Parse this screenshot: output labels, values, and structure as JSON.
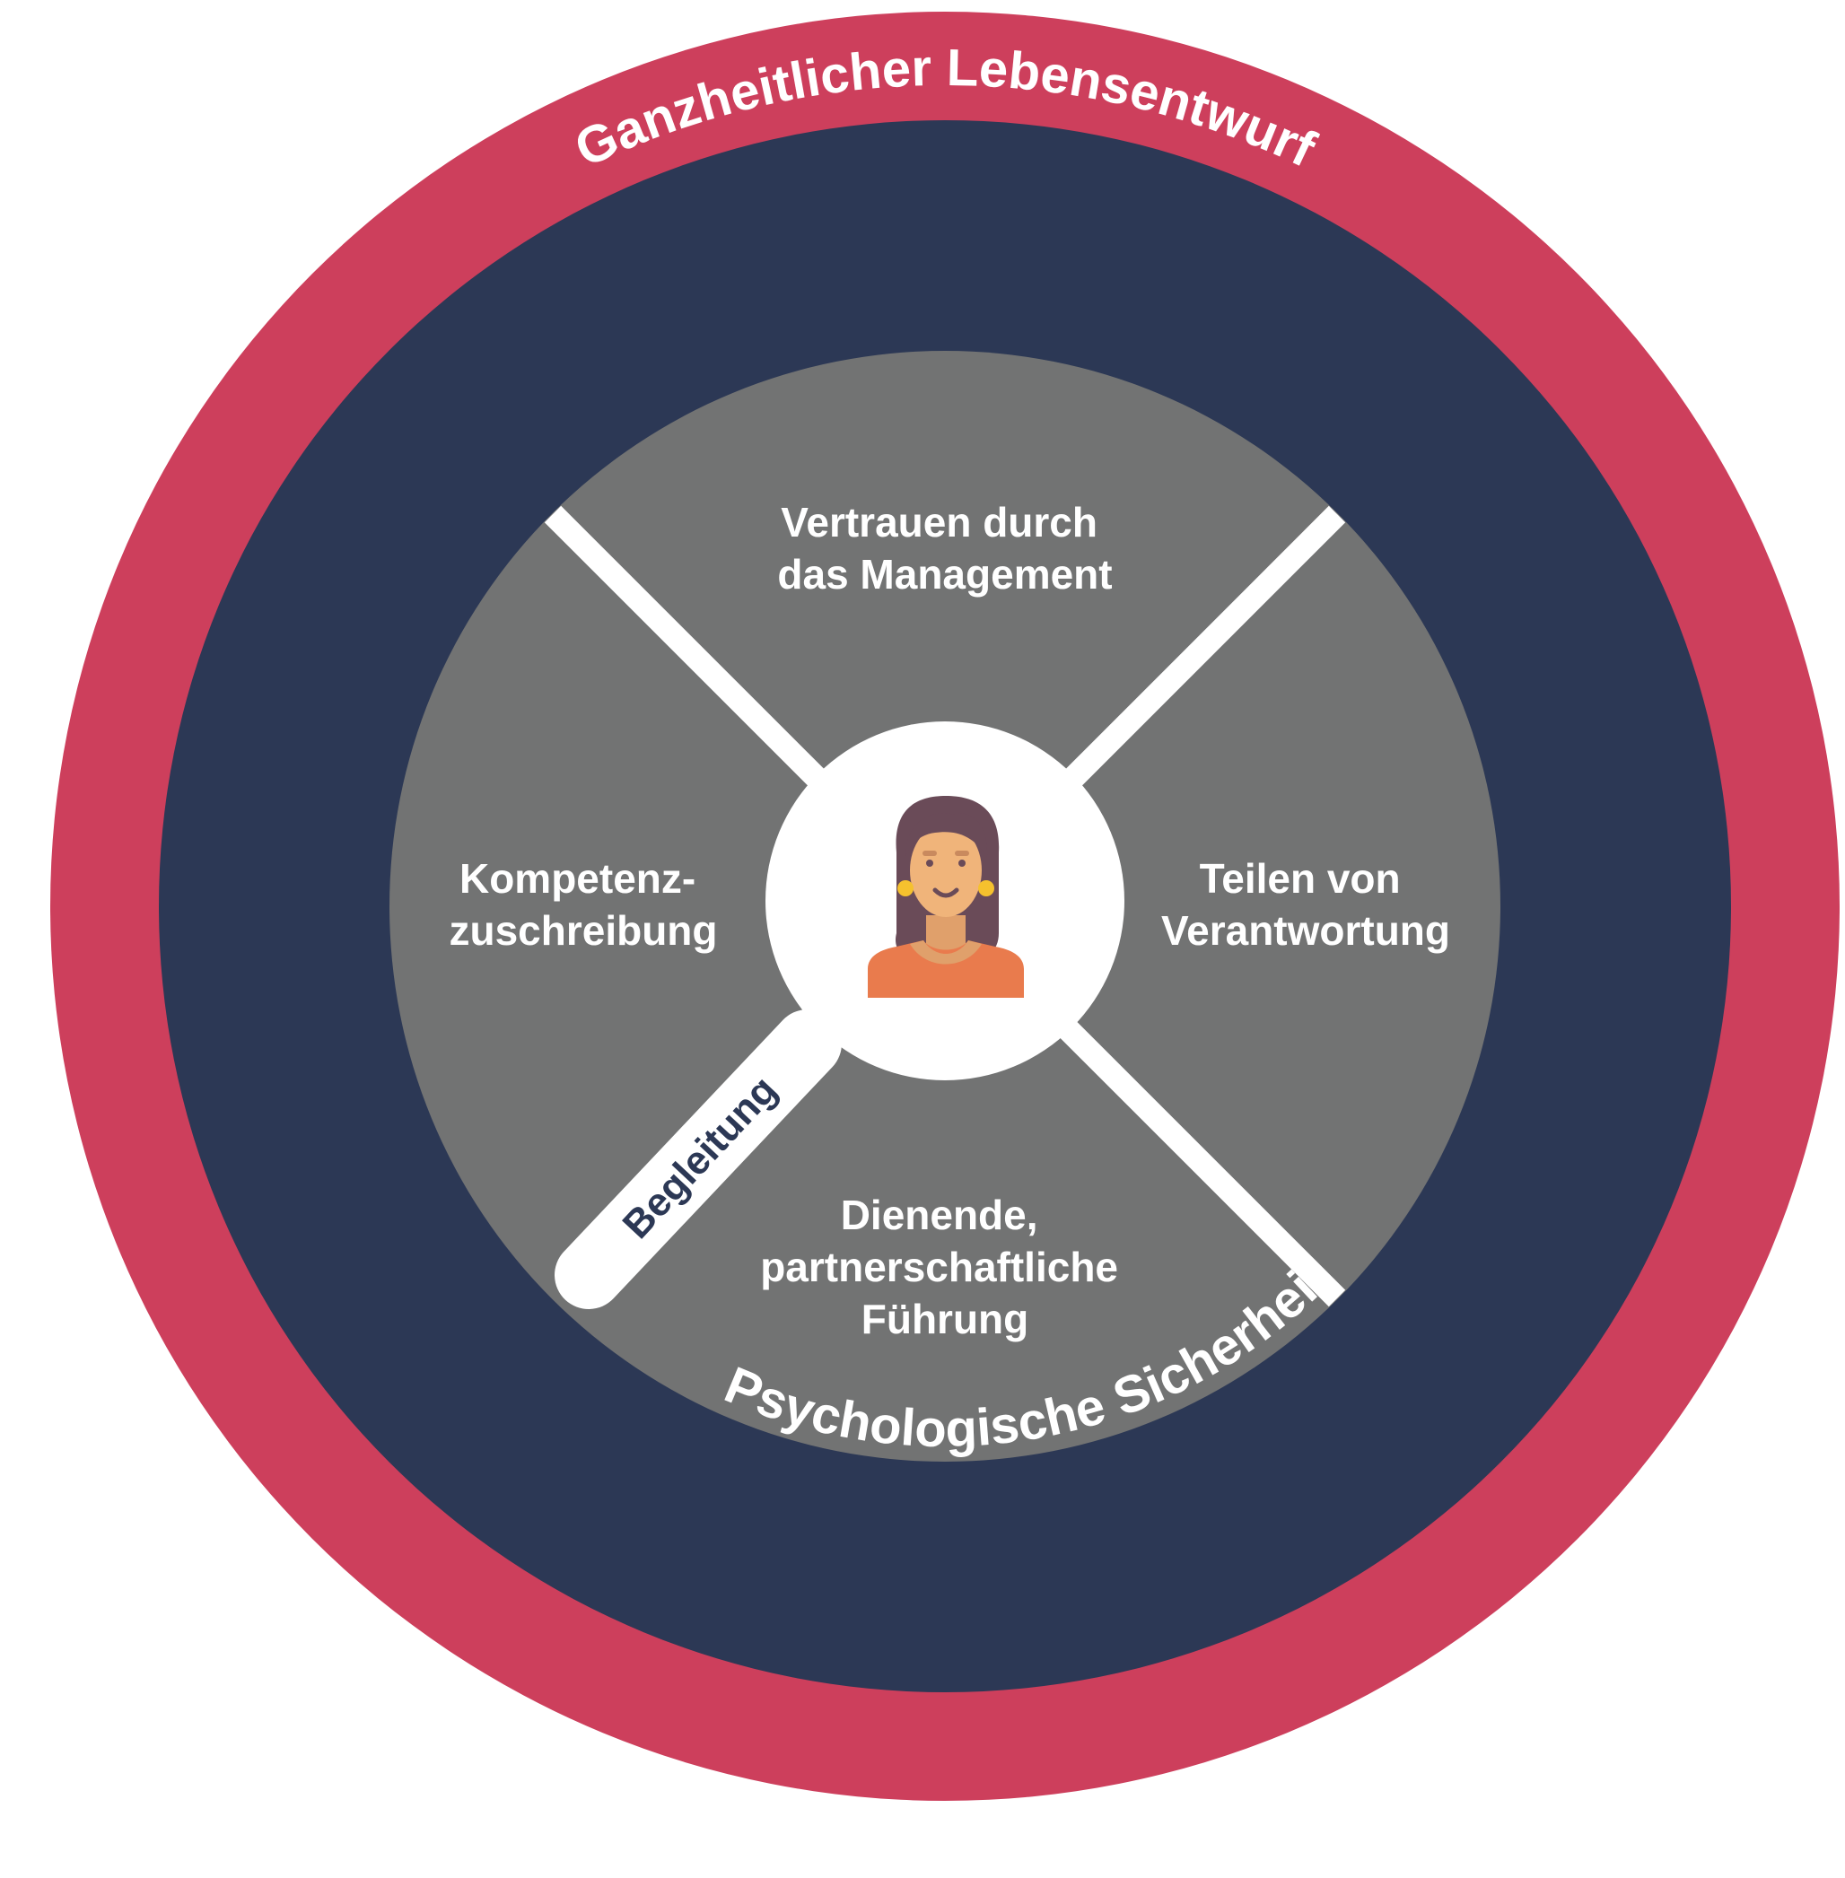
{
  "rings": {
    "outer_label": "Ganzheitlicher Lebensentwurf",
    "middle_label": "Psychologische Sicherheit"
  },
  "segments": {
    "top": [
      "Vertrauen durch",
      "das Management"
    ],
    "right": [
      "Teilen von",
      "Verantwortung"
    ],
    "bottom": [
      "Dienende,",
      "partnerschaftliche",
      "Führung"
    ],
    "left": [
      "Kompetenz-",
      "zuschreibung"
    ]
  },
  "magnifier": {
    "handle_label": "Begleitung",
    "center_icon": "woman-avatar-icon"
  },
  "colors": {
    "outer_ring": "#cd3f5c",
    "middle_ring": "#2c3855",
    "inner_disc": "#727373",
    "divider": "#ffffff",
    "label_dark": "#2c3855"
  }
}
